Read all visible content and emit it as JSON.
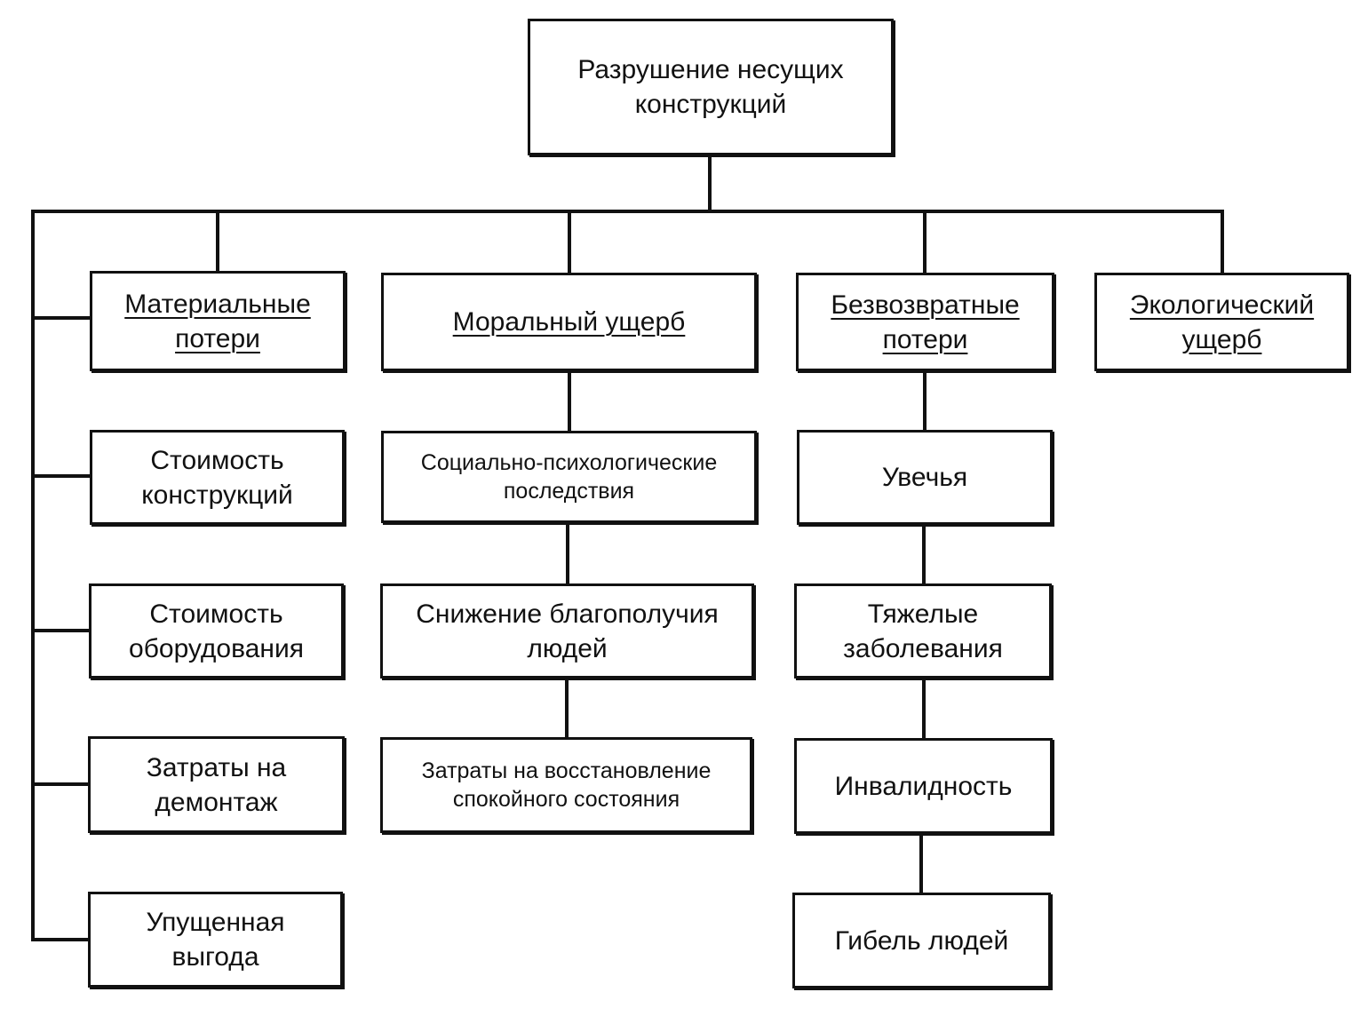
{
  "diagram": {
    "root": {
      "text": "Разрушение несущих конструкций"
    },
    "categories": [
      {
        "id": "material",
        "text": "Материальные потери"
      },
      {
        "id": "moral",
        "text": "Моральный ущерб"
      },
      {
        "id": "irreversible",
        "text": "Безвозвратные потери"
      },
      {
        "id": "ecological",
        "text": "Экологический ущерб"
      }
    ],
    "material_items": [
      "Стоимость конструкций",
      "Стоимость оборудования",
      "Затраты на демонтаж",
      "Упущенная выгода"
    ],
    "moral_items": [
      "Социально-психологические последствия",
      "Снижение благополучия людей",
      "Затраты на восстановление спокойного состояния"
    ],
    "irreversible_items": [
      "Увечья",
      "Тяжелые заболевания",
      "Инвалидность",
      "Гибель людей"
    ]
  }
}
